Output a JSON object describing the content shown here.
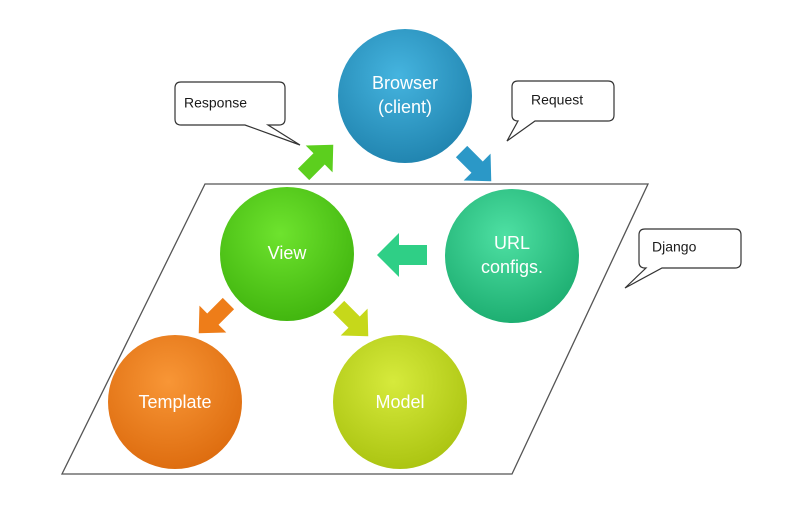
{
  "nodes": {
    "browser": {
      "line1": "Browser",
      "line2": "(client)"
    },
    "url": {
      "line1": "URL",
      "line2": "configs."
    },
    "view": {
      "label": "View"
    },
    "template": {
      "label": "Template"
    },
    "model": {
      "label": "Model"
    }
  },
  "callouts": {
    "response": "Response",
    "request": "Request",
    "django": "Django"
  },
  "colors": {
    "browser": "#2b98c7",
    "url": "#2ec98a",
    "view": "#55d11b",
    "template": "#ef7d1a",
    "model": "#c3d91c"
  }
}
